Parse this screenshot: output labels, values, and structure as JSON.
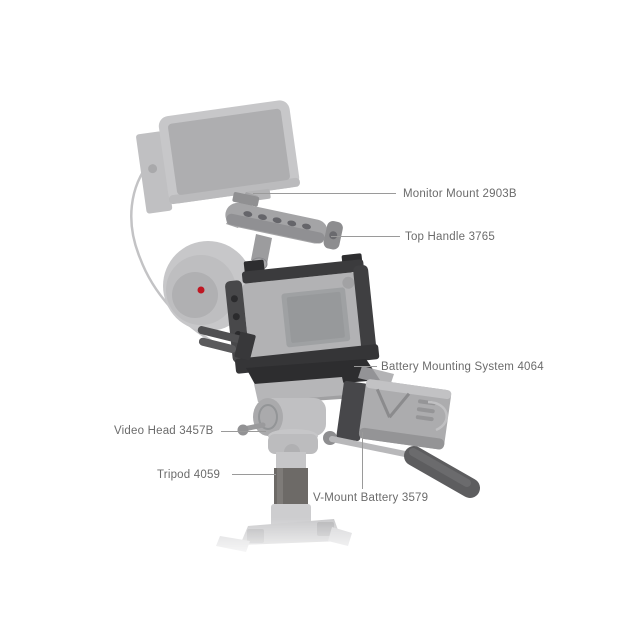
{
  "callouts": {
    "monitor_mount": {
      "label": "Monitor Mount 2903B"
    },
    "top_handle": {
      "label": "Top Handle 3765"
    },
    "battery_mounting_system": {
      "label": "Battery Mounting System 4064"
    },
    "video_head": {
      "label": "Video Head 3457B"
    },
    "tripod": {
      "label": "Tripod 4059"
    },
    "v_mount_battery": {
      "label": "V-Mount Battery 3579"
    }
  },
  "colors": {
    "background": "#ffffff",
    "label_text": "#6b6b6b",
    "leader_line": "#9a9a9a",
    "ghost": "#c7c7c9",
    "ghost_shade": "#b2b2b4",
    "accessory": "#a4a4a6",
    "accessory_shade": "#8d8d8f",
    "hero_dark": "#353537",
    "hero_darker": "#2d2d2f",
    "tripod_tube": "#6d6a67",
    "grip_dark": "#5d5d5f",
    "lens_badge_red": "#bf1722"
  }
}
